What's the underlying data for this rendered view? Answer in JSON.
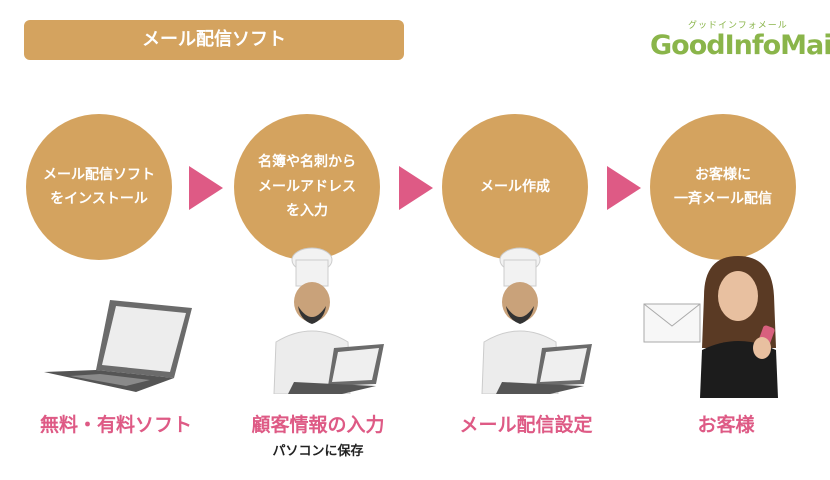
{
  "header": {
    "title": "メール配信ソフト"
  },
  "logo": {
    "kana": "グッドインフォメール",
    "name": "GoodInfoMail"
  },
  "steps": [
    {
      "circle_text": "メール配信ソフト\nをインストール",
      "label": "無料・有料ソフト"
    },
    {
      "circle_text": "名簿や名刺から\nメールアドレス\nを入力",
      "label": "顧客情報の入力",
      "sublabel": "パソコンに保存"
    },
    {
      "circle_text": "メール作成",
      "label": "メール配信設定"
    },
    {
      "circle_text": "お客様に\n一斉メール配信",
      "label": "お客様"
    }
  ],
  "colors": {
    "gold": "#d4a35f",
    "pink": "#de5a85",
    "logo_green": "#8ab54a"
  }
}
